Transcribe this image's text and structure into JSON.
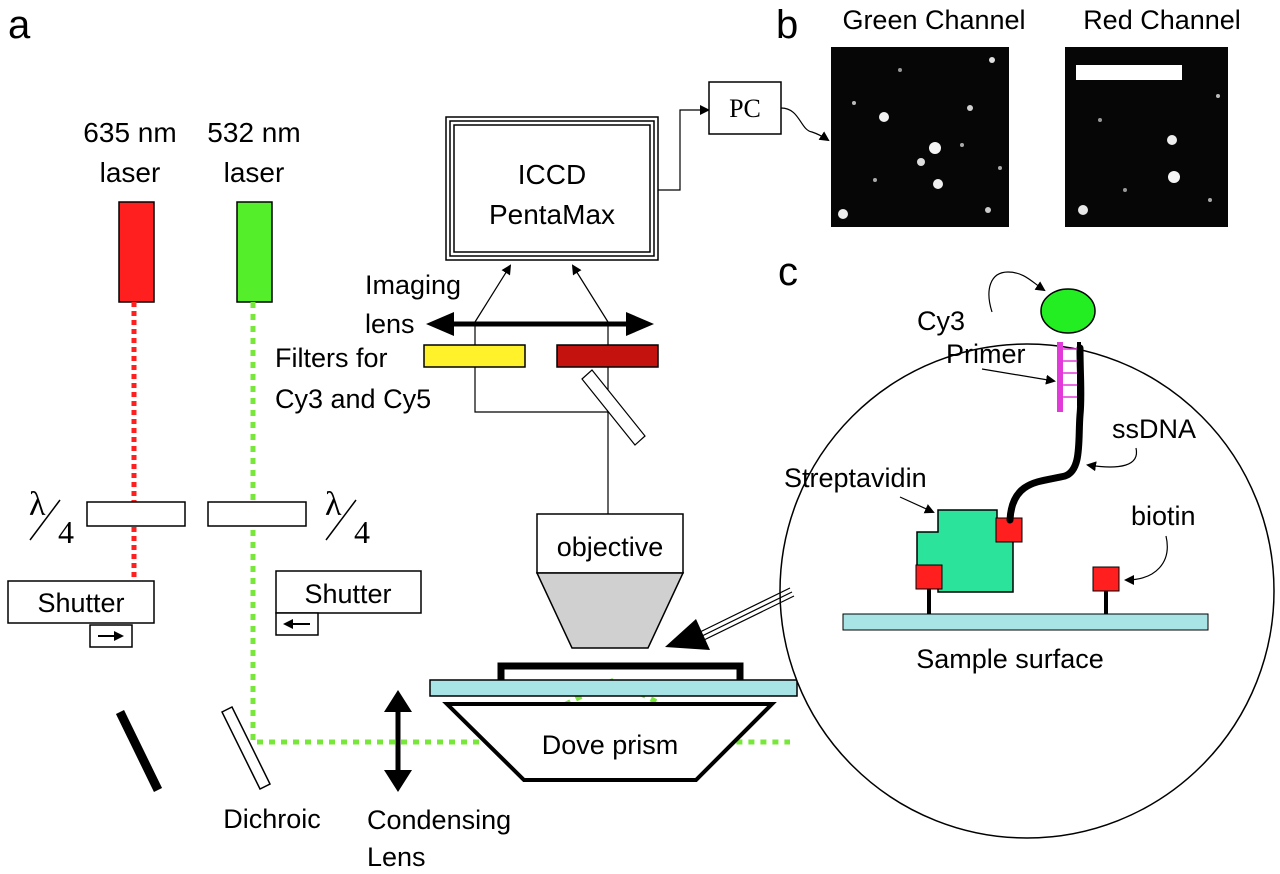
{
  "panels": {
    "a": "a",
    "b": "b",
    "c": "c"
  },
  "lasers": {
    "red": {
      "wavelength_label": "635 nm",
      "word": "laser",
      "color": "#ff1f1f"
    },
    "green": {
      "wavelength_label": "532 nm",
      "word": "laser",
      "color": "#55ee2a"
    }
  },
  "quarter_wave": {
    "symbol": "λ",
    "denominator": "4"
  },
  "shutter": {
    "label": "Shutter"
  },
  "dichroic": {
    "label": "Dichroic"
  },
  "condensing_lens": {
    "line1": "Condensing",
    "line2": "Lens"
  },
  "dove_prism": {
    "label": "Dove prism"
  },
  "objective": {
    "label": "objective"
  },
  "iccd": {
    "line1": "ICCD",
    "line2": "PentaMax"
  },
  "pc": {
    "label": "PC"
  },
  "imaging_lens": {
    "line1": "Imaging",
    "line2": "lens"
  },
  "filters": {
    "line1": "Filters for",
    "line2": "Cy3 and Cy5",
    "cy3_color": "#fff22a",
    "cy5_color": "#c4130f"
  },
  "channels": {
    "green": "Green Channel",
    "red": "Red Channel"
  },
  "inset": {
    "cy3": "Cy3",
    "primer": "Primer",
    "ssdna": "ssDNA",
    "streptavidin": "Streptavidin",
    "biotin": "biotin",
    "surface": "Sample surface",
    "streptavidin_color": "#2be39a",
    "biotin_color": "#ff1f1f",
    "surface_color": "#a8e4e6",
    "primer_color": "#e23ad8",
    "cy3_color": "#22ee22"
  }
}
